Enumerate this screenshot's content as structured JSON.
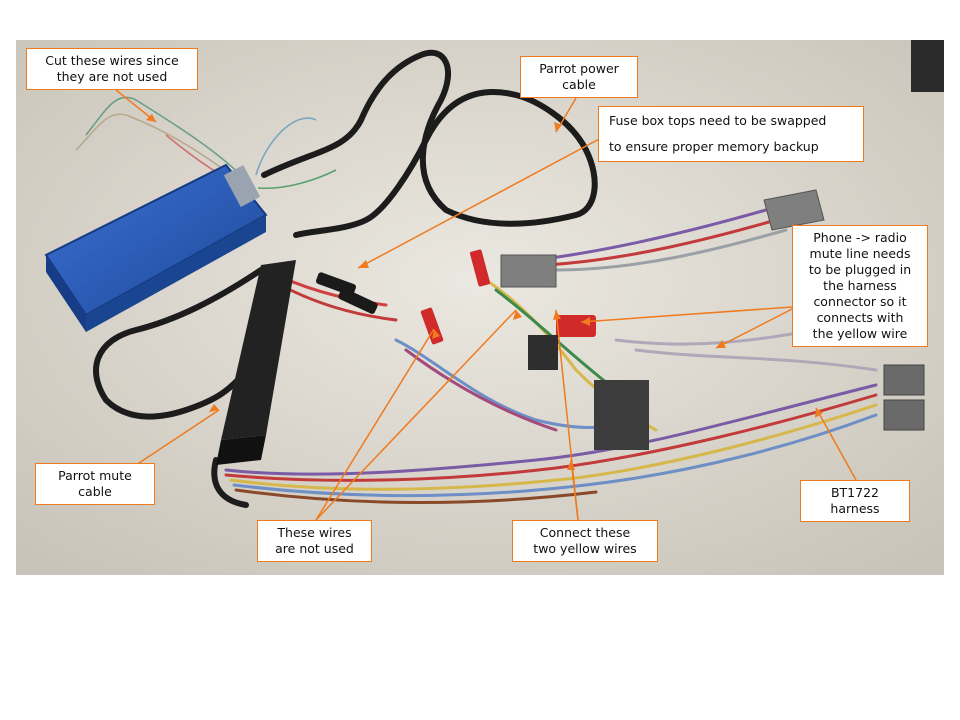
{
  "labels": {
    "cut_wires": [
      "Cut these wires since",
      "they are not used"
    ],
    "parrot_power": [
      "Parrot power",
      "cable"
    ],
    "fuse_box": [
      "Fuse box tops need to be swapped",
      "to ensure proper memory backup"
    ],
    "phone_mute": [
      "Phone -> radio",
      "mute line needs",
      "to be plugged in",
      "the harness",
      "connector so it",
      "connects with",
      "the yellow wire"
    ],
    "parrot_mute": [
      "Parrot mute",
      "cable"
    ],
    "wires_not_used": [
      "These wires",
      "are not used"
    ],
    "connect_yellow": [
      "Connect these",
      "two yellow wires"
    ],
    "bt_harness": [
      "BT1722",
      "harness"
    ]
  },
  "colors": {
    "callout_border": "#f07a1e",
    "arrow": "#f07a1e",
    "module_blue": "#2a5bb5",
    "background_surface": "#e6e3dc"
  }
}
